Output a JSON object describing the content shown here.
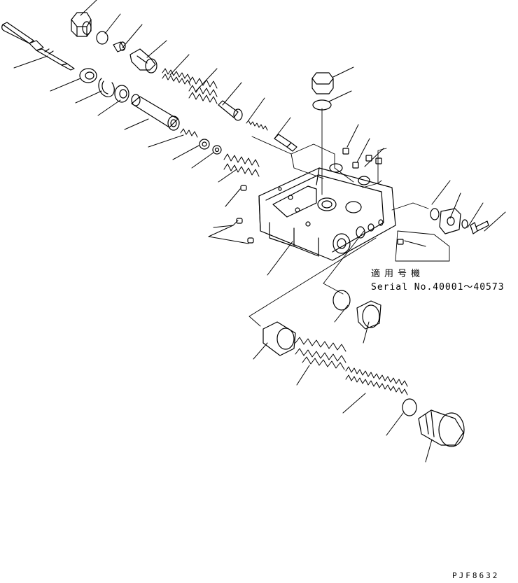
{
  "notes": {
    "applicable": "適用号機",
    "serial": "Serial No.40001～40573"
  },
  "drawing_code": "PJF8632",
  "colors": {
    "line": "#000000",
    "background": "#ffffff"
  },
  "parts": [
    "plug",
    "o-ring",
    "small-plug",
    "valve-body-insert",
    "spring",
    "spring",
    "piston",
    "spring",
    "stem-spool",
    "oil-seal",
    "snap-ring",
    "washer",
    "sleeve",
    "spring",
    "nut",
    "nut",
    "spring",
    "plug",
    "o-ring",
    "bolts",
    "plugs",
    "valve-body",
    "gasket",
    "cover",
    "washer",
    "bolt",
    "o-ring",
    "plug",
    "sleeve",
    "spring",
    "spring",
    "o-ring",
    "plug"
  ]
}
